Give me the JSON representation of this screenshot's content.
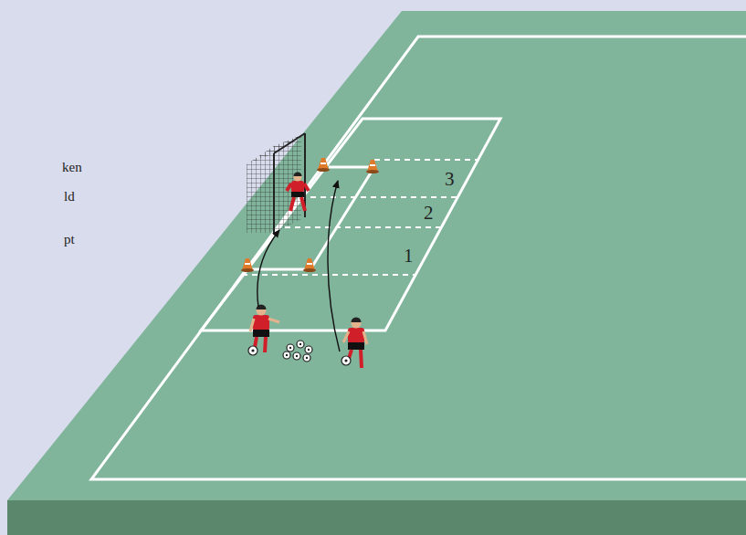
{
  "diagram": {
    "labels": [
      "ken",
      "ld",
      "pt",
      "3",
      "2",
      "1"
    ]
  }
}
